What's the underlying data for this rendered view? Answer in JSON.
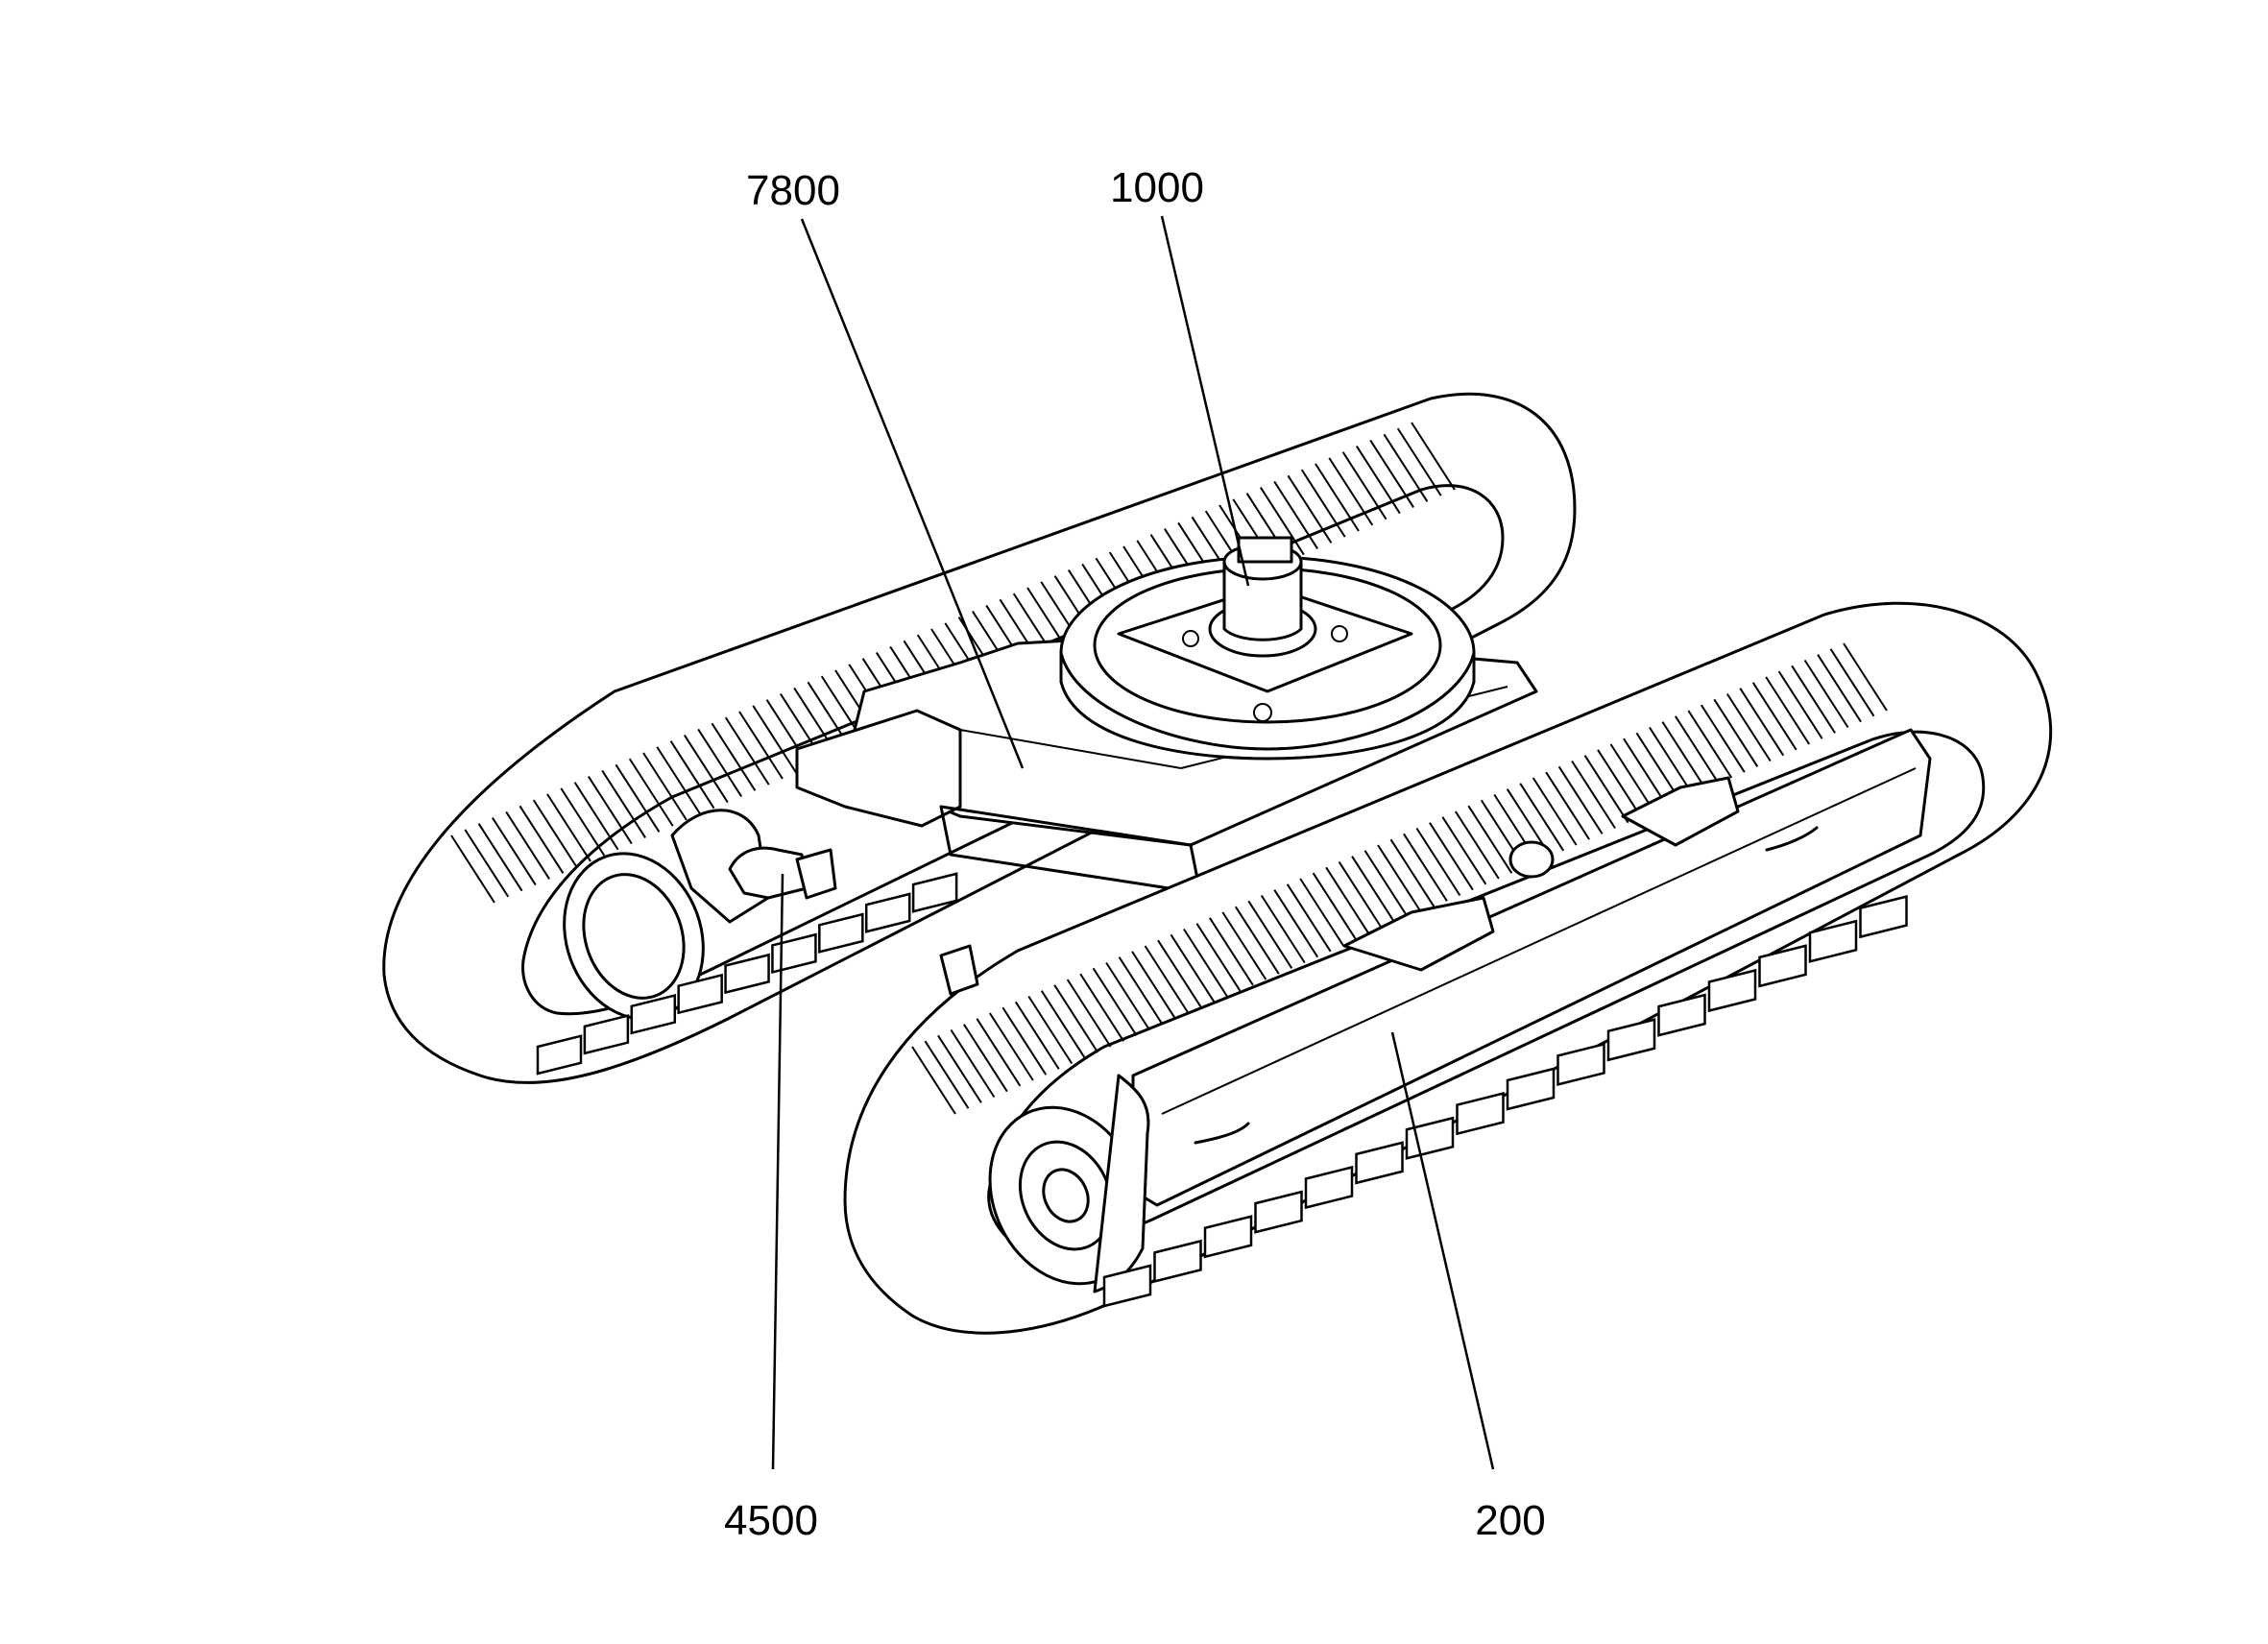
{
  "diagram": {
    "callouts": [
      {
        "id": "7800",
        "label": "7800"
      },
      {
        "id": "1000",
        "label": "1000"
      },
      {
        "id": "4500",
        "label": "4500"
      },
      {
        "id": "200",
        "label": "200"
      }
    ]
  },
  "colors": {
    "ink": "#000000",
    "paper": "#ffffff"
  }
}
